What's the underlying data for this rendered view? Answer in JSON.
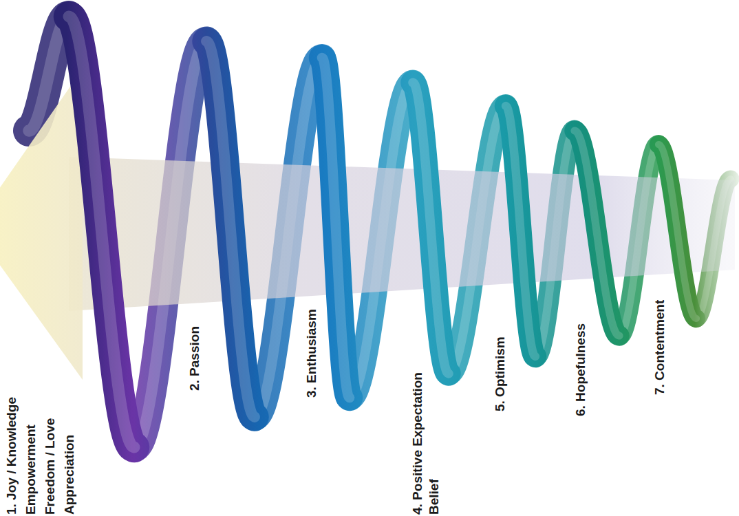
{
  "diagram": {
    "labels": [
      "1. Joy / Knowledge Empowerment Freedom / Love Appreciation",
      "2. Passion",
      "3. Enthusiasm",
      "4. Positive Expectation Belief",
      "5. Optimism",
      "6. Hopefulness",
      "7. Contentment"
    ]
  }
}
